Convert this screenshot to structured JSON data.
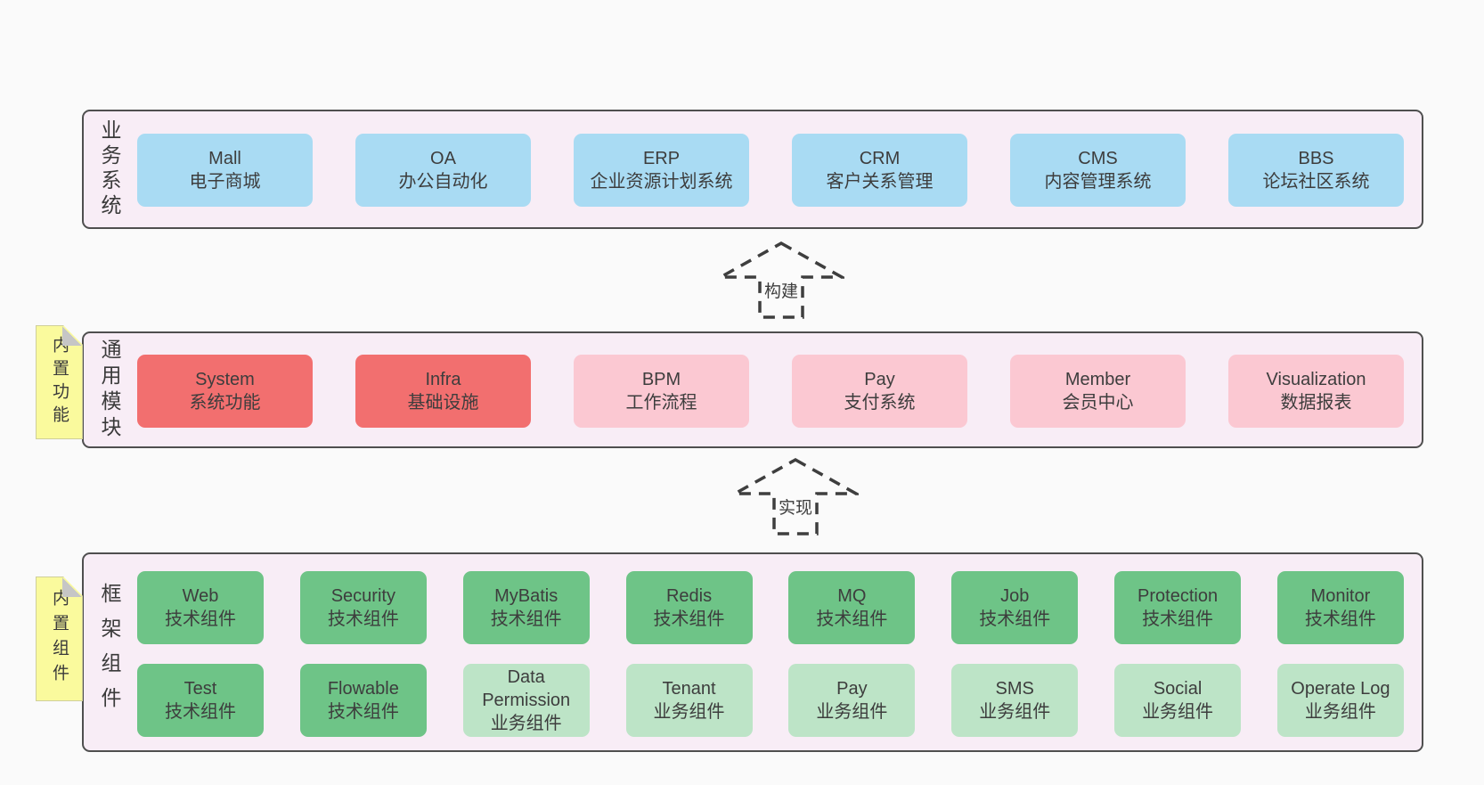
{
  "colors": {
    "page_background": "#fafafa",
    "section_background": "#f8edf6",
    "section_border": "#4f4f4f",
    "blue_box": "#a9dbf3",
    "red_box": "#f26f6f",
    "pink_box": "#fbc8d2",
    "green_box": "#6ec487",
    "light_green_box": "#bde4c7",
    "sticky_note": "#fafa9d",
    "sticky_fold": "#c6c6c6",
    "text": "#3d3d3d"
  },
  "arrows": [
    {
      "label": "构建"
    },
    {
      "label": "实现"
    }
  ],
  "sections": [
    {
      "label": "业务系统",
      "boxes": [
        {
          "name": "Mall",
          "desc": "电子商城"
        },
        {
          "name": "OA",
          "desc": "办公自动化"
        },
        {
          "name": "ERP",
          "desc": "企业资源计划系统"
        },
        {
          "name": "CRM",
          "desc": "客户关系管理"
        },
        {
          "name": "CMS",
          "desc": "内容管理系统"
        },
        {
          "name": "BBS",
          "desc": "论坛社区系统"
        }
      ]
    },
    {
      "label": "通用模块",
      "sticky": "内置功能",
      "boxes": [
        {
          "name": "System",
          "desc": "系统功能"
        },
        {
          "name": "Infra",
          "desc": "基础设施"
        },
        {
          "name": "BPM",
          "desc": "工作流程"
        },
        {
          "name": "Pay",
          "desc": "支付系统"
        },
        {
          "name": "Member",
          "desc": "会员中心"
        },
        {
          "name": "Visualization",
          "desc": "数据报表"
        }
      ]
    },
    {
      "label": "框架组件",
      "sticky": "内置组件",
      "rows": [
        [
          {
            "name": "Web",
            "desc": "技术组件"
          },
          {
            "name": "Security",
            "desc": "技术组件"
          },
          {
            "name": "MyBatis",
            "desc": "技术组件"
          },
          {
            "name": "Redis",
            "desc": "技术组件"
          },
          {
            "name": "MQ",
            "desc": "技术组件"
          },
          {
            "name": "Job",
            "desc": "技术组件"
          },
          {
            "name": "Protection",
            "desc": "技术组件"
          },
          {
            "name": "Monitor",
            "desc": "技术组件"
          }
        ],
        [
          {
            "name": "Test",
            "desc": "技术组件"
          },
          {
            "name": "Flowable",
            "desc": "技术组件"
          },
          {
            "name": "Data Permission",
            "desc": "业务组件"
          },
          {
            "name": "Tenant",
            "desc": "业务组件"
          },
          {
            "name": "Pay",
            "desc": "业务组件"
          },
          {
            "name": "SMS",
            "desc": "业务组件"
          },
          {
            "name": "Social",
            "desc": "业务组件"
          },
          {
            "name": "Operate Log",
            "desc": "业务组件"
          }
        ]
      ]
    }
  ]
}
